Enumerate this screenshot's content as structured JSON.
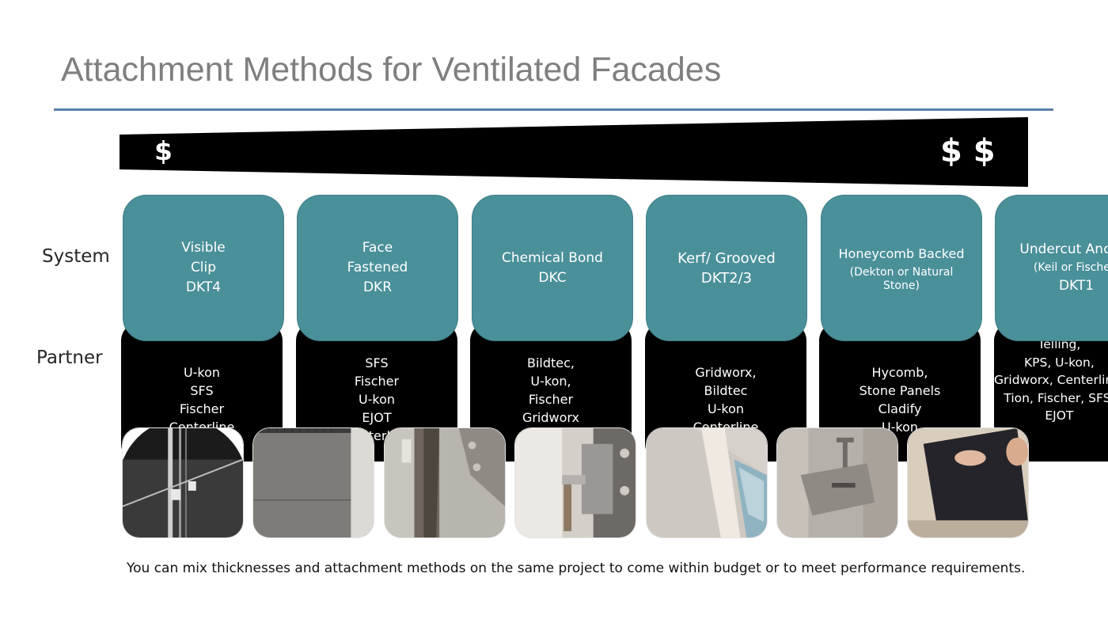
{
  "title": "Attachment Methods for Ventilated Facades",
  "cost_scale": {
    "low_label": "$",
    "high_label": "$ $"
  },
  "row_labels": {
    "system": "System",
    "partner": "Partner"
  },
  "systems": [
    {
      "main": "Visible\nClip\nDKT4",
      "sub": "",
      "main2": ""
    },
    {
      "main": "Face\nFastened\nDKR",
      "sub": "",
      "main2": ""
    },
    {
      "main": "Chemical Bond\nDKC",
      "sub": "",
      "main2": ""
    },
    {
      "main": "Kerf/ Grooved\nDKT2/3",
      "sub": "",
      "main2": ""
    },
    {
      "main": "Honeycomb Backed",
      "sub": "(Dekton or Natural\nStone)",
      "main2": ""
    },
    {
      "main": "Undercut Anchor",
      "sub": "(Keil or Fischer)",
      "main2": "DKT1"
    }
  ],
  "partners": [
    "U-kon\nSFS\nFischer\nCenterline",
    "SFS\nFischer\nU-kon\nEJOT\nCenterline",
    "Bildtec,\nU-kon,\nFischer\nGridworx\nSFS",
    "Gridworx,\nBildtec\nU-kon\nCenterline",
    "Hycomb,\nStone Panels\nCladify\nU-kon",
    "Telling,\nKPS, U-kon,\nGridworx, Centerline,\nTion, Fischer, SFS,\nEJOT"
  ],
  "images": [
    {
      "icon": "visible-clip-photo"
    },
    {
      "icon": "face-fastened-panel-photo"
    },
    {
      "icon": "chemical-bond-profile-photo"
    },
    {
      "icon": "kerf-bracket-photo"
    },
    {
      "icon": "honeycomb-panel-edge-photo"
    },
    {
      "icon": "undercut-anchor-bracket-photo"
    },
    {
      "icon": "panel-installation-photo"
    }
  ],
  "footer": "You can mix thicknesses and attachment methods on the same project to come within budget or to meet performance requirements.",
  "colors": {
    "title": "#7f7f7f",
    "rule": "#5b7ea8",
    "system_fill": "#4a9099",
    "partner_fill": "#000000",
    "wedge": "#000000"
  }
}
